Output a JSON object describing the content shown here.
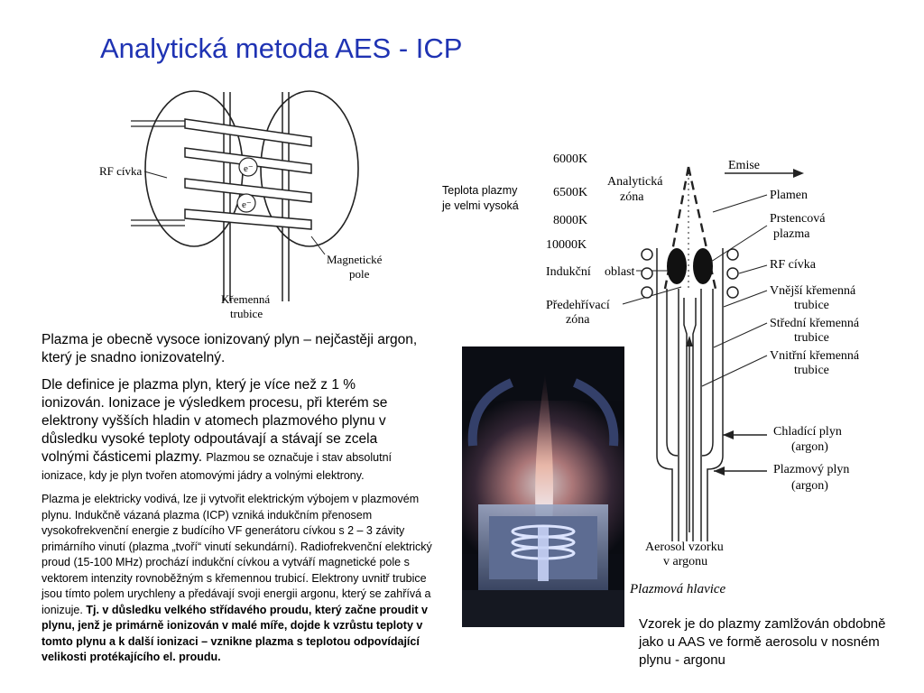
{
  "title": "Analytická metoda AES - ICP",
  "coil_diagram": {
    "rf_label": "RF cívka",
    "electron_1": "e⁻",
    "electron_2": "e⁻",
    "magnetic_label_1": "Magnetické",
    "magnetic_label_2": "pole",
    "tube_label_1": "Křemenná",
    "tube_label_2": "trubice"
  },
  "torch_note": "Teplota plazmy je velmi vysoká",
  "torch_diagram": {
    "temps": [
      "6000K",
      "6500K",
      "8000K",
      "10000K"
    ],
    "induction": "Indukční",
    "oblast": "oblast",
    "preheat_1": "Předehřívací",
    "preheat_2": "zóna",
    "analytic_1": "Analytická",
    "analytic_2": "zóna",
    "emise": "Emise",
    "plamen": "Plamen",
    "ring_1": "Prstencová",
    "ring_2": "plazma",
    "rf": "RF cívka",
    "outer_1": "Vnější křemenná",
    "outer_2": "trubice",
    "middle_1": "Střední křemenná",
    "middle_2": "trubice",
    "inner_1": "Vnitřní křemenná",
    "inner_2": "trubice",
    "cool_1": "Chladící plyn",
    "cool_2": "(argon)",
    "plasma_gas_1": "Plazmový plyn",
    "plasma_gas_2": "(argon)",
    "aerosol_1": "Aerosol vzorku",
    "aerosol_2": "v argonu",
    "caption": "Plazmová hlavice"
  },
  "text": {
    "p1": "Plazma je obecně vysoce ionizovaný plyn – nejčastěji argon, který je snadno ionizovatelný.",
    "p2_main": "Dle definice je plazma plyn, který je více než z 1 % ionizován. Ionizace je výsledkem procesu, při kterém se elektrony vyšších hladin v atomech plazmového plynu v důsledku vysoké teploty odpoutávají a stávají se zcela volnými částicemi plazmy.",
    "p2_small": "Plazmou se označuje i stav absolutní ionizace, kdy je plyn tvořen atomovými jádry a volnými elektrony.",
    "p3_normal": "Plazma je elektricky vodivá, lze ji vytvořit elektrickým výbojem v plazmovém plynu. Indukčně vázaná plazma (ICP) vzniká indukčním přenosem vysokofrekvenční energie z budícího VF generátoru cívkou s 2 – 3 závity primárního vinutí (plazma „tvoří“ vinutí sekundární). Radiofrekvenční elektrický proud (15-100 MHz) prochází indukční cívkou a vytváří magnetické pole s vektorem intenzity rovnoběžným s křemennou trubicí. Elektrony uvnitř trubice jsou tímto polem urychleny a předávají svoji energii argonu, který se zahřívá a ionizuje.",
    "p3_bold": "Tj. v důsledku velkého střídavého proudu, který začne proudit v plynu, jenž je primárně ionizován v malé míře, dojde k vzrůstu teploty v tomto plynu a k další ionizaci – vznikne plazma s teplotou odpovídající velikosti protékajícího el. proudu.",
    "aerosol_note": "Vzorek je do plazmy zamlžován obdobně jako u AAS ve formě aerosolu v nosném plynu - argonu"
  }
}
